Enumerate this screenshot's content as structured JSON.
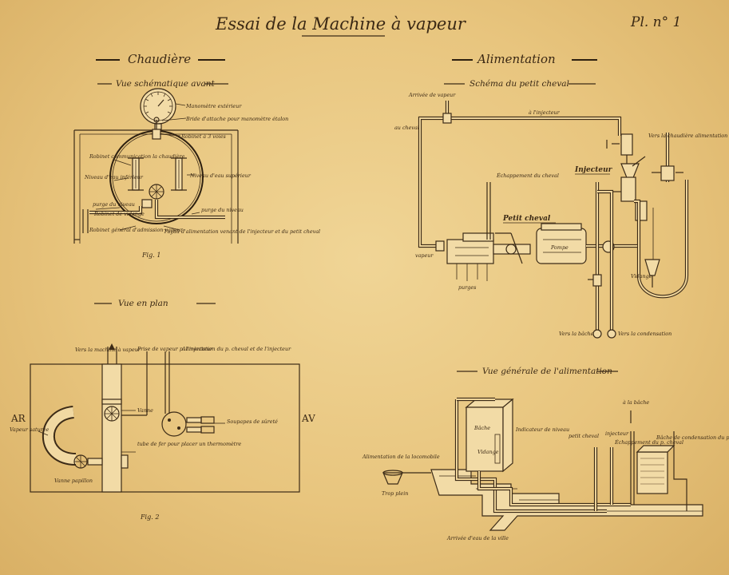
{
  "page": {
    "title": "Essai de la Machine à vapeur",
    "plate": "Pl. n° 1"
  },
  "left": {
    "section": "Chaudière",
    "fig1": {
      "heading": "Vue schématique avant",
      "caption": "Fig. 1",
      "labels": {
        "manometre": "Manomètre extérieur",
        "bride": "Bride d'attache pour manomètre étalon",
        "robinet": "Robinet à 3 voies",
        "robinet_comm": "Robinet communication la chaudière",
        "niveau_inf": "Niveau d'eau inférieur",
        "niveau_sup": "Niveau d'eau supérieur",
        "purge": "purge du niveau",
        "robinet_bas": "Robinet de vidange",
        "robinet_gen": "Robinet général d'admission vapeur",
        "purge_niveau": "purge du niveau",
        "tuyau_alim": "Tuyau d'alimentation venant de l'injecteur et du petit cheval"
      }
    },
    "fig2": {
      "heading": "Vue en plan",
      "caption": "Fig. 2",
      "labels": {
        "vers_machine": "Vers la machine à vapeur",
        "prise_vapeur": "Prise de vapeur p. l'injecteur",
        "alimentation": "Alimentation du p. cheval et de l'injecteur",
        "vanne": "Vanne",
        "soupapes": "Soupapes de sûreté",
        "tube_fer": "tube de fer pour placer un thermomètre",
        "vapeur_saturee": "Vapeur saturée",
        "vanne_papillon": "Vanne papillon",
        "dir_ar": "AR",
        "dir_av": "AV"
      }
    }
  },
  "right": {
    "section": "Alimentation",
    "fig3": {
      "heading": "Schéma du petit cheval",
      "labels": {
        "arrivee_vapeur": "Arrivée de vapeur",
        "au_cheval": "au cheval",
        "a_injecteur": "à l'injecteur",
        "vers_chaudiere": "Vers la chaudière alimentation",
        "echappement": "Échappement du cheval",
        "injecteur": "Injecteur",
        "petit_cheval": "Petit cheval",
        "pompe": "Pompe",
        "vapeur": "vapeur",
        "purges": "purges",
        "vidange": "Vidange",
        "vers_bache": "Vers la bâche",
        "vers_condensation": "Vers la condensation"
      }
    },
    "fig4": {
      "heading": "Vue générale de l'alimentation",
      "labels": {
        "bache": "Bâche",
        "indicateur": "Indicateur de niveau",
        "vidange": "Vidange",
        "alimentation_locomobile": "Alimentation de la locomobile",
        "trop_plein": "Trop plein",
        "petit_cheval": "petit cheval",
        "injecteur": "injecteur",
        "echappement": "Échappement du p. cheval",
        "a_la_bache": "à la bâche",
        "bache_condensation": "Bâche de condensation du p. cheval",
        "arrivee_eau": "Arrivée d'eau de la ville"
      }
    }
  }
}
